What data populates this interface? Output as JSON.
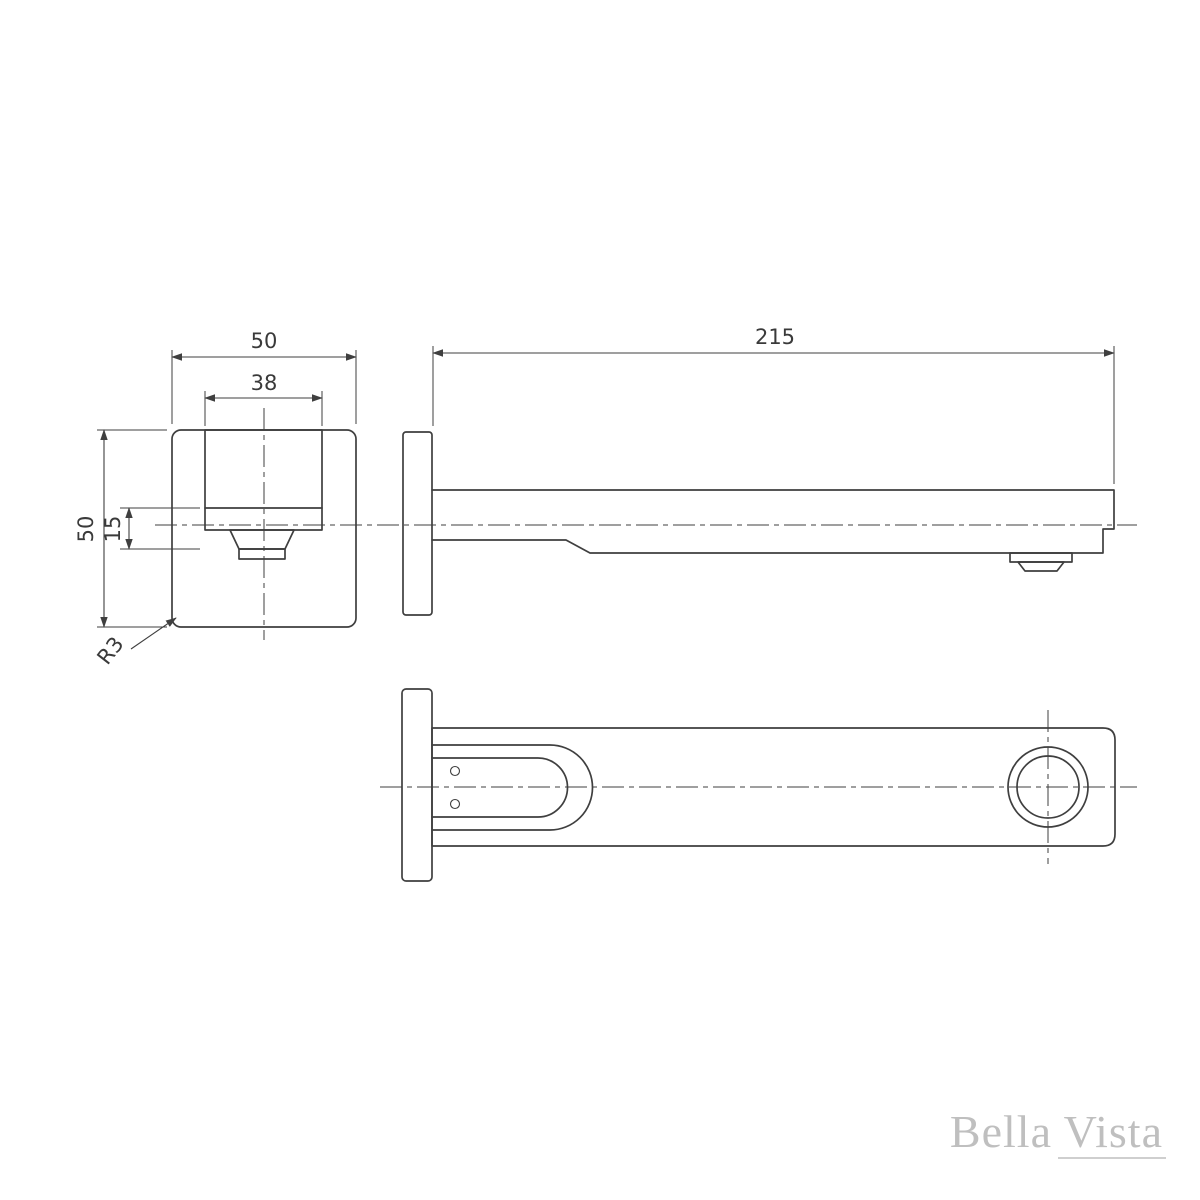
{
  "brand": {
    "name": "Bella Vista"
  },
  "dimensions": {
    "front_plate_width": "50",
    "front_spout_width": "38",
    "front_plate_height": "50",
    "front_lip_height": "15",
    "front_corner_radius": "R3",
    "side_spout_length": "215"
  },
  "colors": {
    "line": "#3f3f3f",
    "brand_text": "#bfbfbf",
    "background": "#ffffff"
  }
}
